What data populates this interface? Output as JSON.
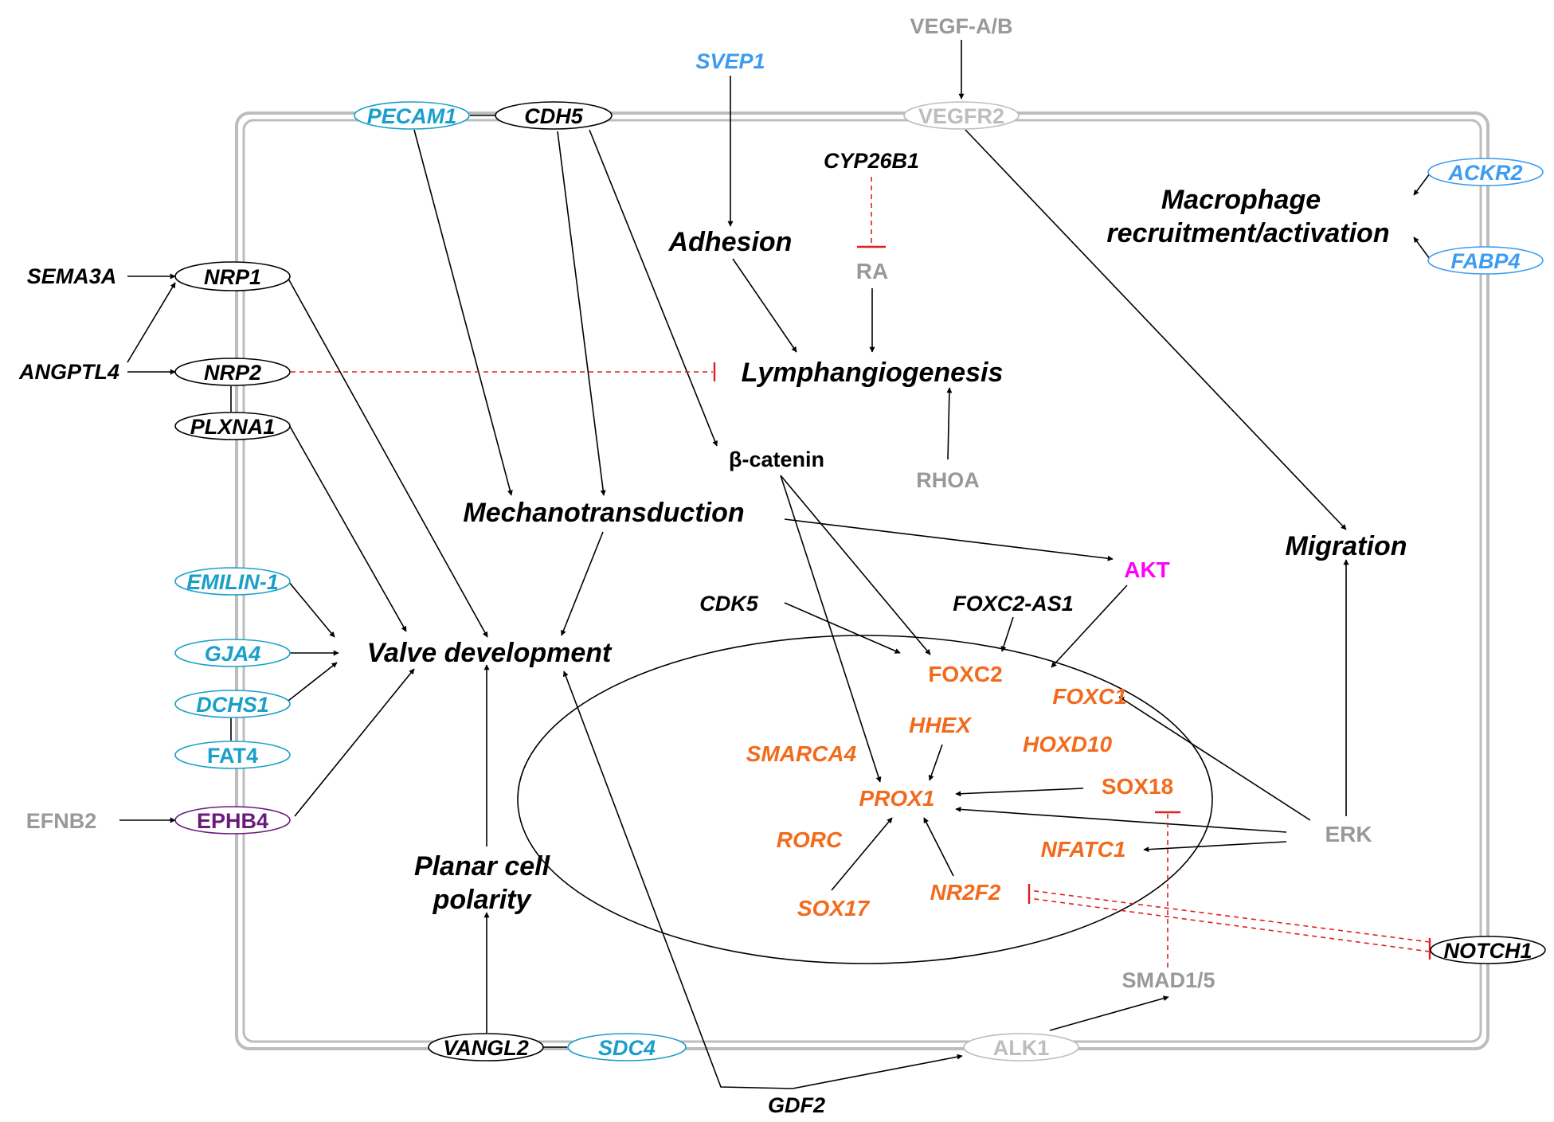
{
  "colors": {
    "black": "#000000",
    "gray": "#999999",
    "cell_border": "#bdbdbd",
    "teal": "#1a9fc9",
    "blue": "#3d9cf0",
    "orange": "#f26b1d",
    "purple": "#6a1b7a",
    "magenta": "#ff00ff",
    "inhibit": "#e02020"
  },
  "extracellular": {
    "vegf": "VEGF-A/B",
    "svep1": "SVEP1",
    "sema3a": "SEMA3A",
    "angptl4": "ANGPTL4",
    "efnb2": "EFNB2",
    "gdf2": "GDF2"
  },
  "membrane": {
    "pecam1": "PECAM1",
    "cdh5": "CDH5",
    "vegfr2": "VEGFR2",
    "nrp1": "NRP1",
    "nrp2": "NRP2",
    "plxna1": "PLXNA1",
    "emilin1": "EMILIN-1",
    "gja4": "GJA4",
    "dchs1": "DCHS1",
    "fat4": "FAT4",
    "ephb4": "EPHB4",
    "vangl2": "VANGL2",
    "sdc4": "SDC4",
    "alk1": "ALK1",
    "notch1": "NOTCH1",
    "ackr2": "ACKR2",
    "fabp4": "FABP4"
  },
  "cytoplasm": {
    "cyp26b1": "CYP26B1",
    "ra": "RA",
    "rhoa": "RHOA",
    "beta_catenin": "β-catenin",
    "akt": "AKT",
    "erk": "ERK",
    "smad15": "SMAD1/5",
    "cdk5": "CDK5",
    "foxc2_as1": "FOXC2-AS1"
  },
  "processes": {
    "adhesion": "Adhesion",
    "macrophage_line1": "Macrophage",
    "macrophage_line2": "recruitment/activation",
    "lymphangiogenesis": "Lymphangiogenesis",
    "mechanotransduction": "Mechanotransduction",
    "migration": "Migration",
    "valve_development": "Valve development",
    "pcp_line1": "Planar cell",
    "pcp_line2": "polarity"
  },
  "nucleus": {
    "foxc2": "FOXC2",
    "foxc1": "FOXC1",
    "hhex": "HHEX",
    "hoxd10": "HOXD10",
    "smarca4": "SMARCA4",
    "sox18": "SOX18",
    "prox1": "PROX1",
    "rorc": "RORC",
    "nfatc1": "NFATC1",
    "sox17": "SOX17",
    "nr2f2": "NR2F2"
  }
}
